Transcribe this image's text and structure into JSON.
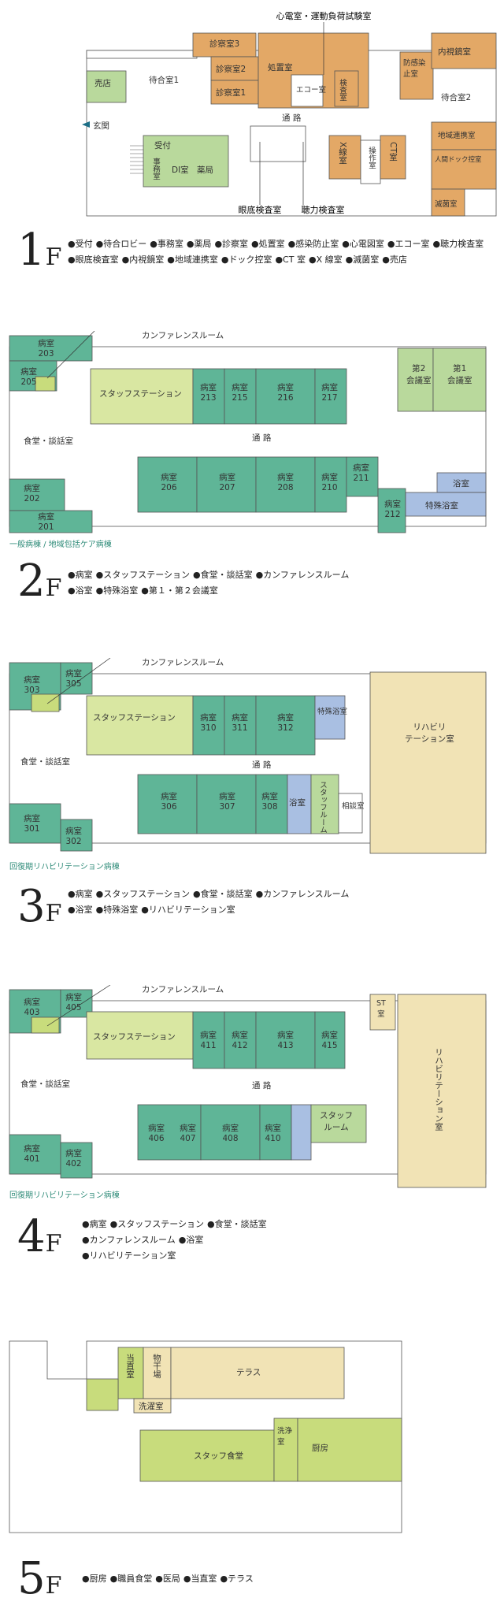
{
  "colors": {
    "exam": "#e3a866",
    "clinic": "#b9d99c",
    "ward": "#5fb597",
    "staff": "#d9e7a2",
    "bath": "#a9bfe2",
    "rehab": "#f1e3b5",
    "yellowgreen": "#c8dc7c",
    "corridor": "#ffffff"
  },
  "floors": [
    {
      "num": "1",
      "suffix": "F",
      "rooms": {
        "shinsatsu3": "診察室3",
        "shinsatsu2": "診察室2",
        "shinsatsu1": "診察室1",
        "shochi": "処置室",
        "echo": "エコー室",
        "kensa": "検査室",
        "boukan": "防感染止室",
        "naishikyo": "内視鏡室",
        "machiai1": "待合室1",
        "machiai2": "待合室2",
        "baiten": "売店",
        "genkan": "玄関",
        "uketsuke": "受付",
        "jimu": "事務室",
        "di": "DI室",
        "yakkyoku": "薬局",
        "xray": "X線室",
        "sousa": "操作室",
        "ct": "CT室",
        "chiiki": "地域連携室",
        "dock": "人間ドック控室",
        "mekkin": "滅菌室",
        "tsuro": "通 路"
      },
      "callouts": {
        "top": "心電室・運動負荷試験室",
        "ganteiKensa": "眼底検査室",
        "chouryoku": "聴力検査室"
      },
      "legend": [
        "受付",
        "待合ロビー",
        "事務室",
        "薬局",
        "診察室",
        "処置室",
        "感染防止室",
        "心電図室",
        "エコー室",
        "聴力検査室",
        "眼底検査室",
        "内視鏡室",
        "地域連携室",
        "ドック控室",
        "CT 室",
        "X 線室",
        "滅菌室",
        "売店"
      ]
    },
    {
      "num": "2",
      "suffix": "F",
      "rooms": {
        "r203": "病室\n203",
        "r205": "病室\n205",
        "r202": "病室\n202",
        "r201": "病室\n201",
        "staff": "スタッフステーション",
        "r213": "病室\n213",
        "r215": "病室\n215",
        "r216": "病室\n216",
        "r217": "病室\n217",
        "r206": "病室\n206",
        "r207": "病室\n207",
        "r208": "病室\n208",
        "r210": "病室\n210",
        "r211": "病室\n211",
        "r212": "病室\n212",
        "kaigi2": "第2\n会議室",
        "kaigi1": "第1\n会議室",
        "yoku": "浴室",
        "tokushu": "特殊浴室",
        "shokudo": "食堂・談話室",
        "tsuro": "通 路"
      },
      "callout": "カンファレンスルーム",
      "ward": "一般病棟 / 地域包括ケア病棟",
      "legend": [
        "病室",
        "スタッフステーション",
        "食堂・談話室",
        "カンファレンスルーム",
        "浴室",
        "特殊浴室",
        "第１・第２会議室"
      ]
    },
    {
      "num": "3",
      "suffix": "F",
      "rooms": {
        "r303": "病室\n303",
        "r305": "病室\n305",
        "r301": "病室\n301",
        "r302": "病室\n302",
        "staff": "スタッフステーション",
        "r310": "病室\n310",
        "r311": "病室\n311",
        "r312": "病室\n312",
        "tokushu": "特殊浴室",
        "r306": "病室\n306",
        "r307": "病室\n307",
        "r308": "病室\n308",
        "yoku": "浴室",
        "staffroom": "スタッフルーム",
        "soudan": "相談室",
        "rehab": "リハビリ\nテーション室",
        "shokudo": "食堂・談話室",
        "tsuro": "通 路"
      },
      "callout": "カンファレンスルーム",
      "ward": "回復期リハビリテーション病棟",
      "legend": [
        "病室",
        "スタッフステーション",
        "食堂・談話室",
        "カンファレンスルーム",
        "浴室",
        "特殊浴室",
        "リハビリテーション室"
      ]
    },
    {
      "num": "4",
      "suffix": "F",
      "rooms": {
        "r403": "病室\n403",
        "r405": "病室\n405",
        "r401": "病室\n401",
        "r402": "病室\n402",
        "staff": "スタッフステーション",
        "r411": "病室\n411",
        "r412": "病室\n412",
        "r413": "病室\n413",
        "r415": "病室\n415",
        "st": "ST\n室",
        "r406": "病室\n406",
        "r407": "病室\n407",
        "r408": "病室\n408",
        "r410": "病室\n410",
        "staffroom": "スタッフ\nルーム",
        "rehab": "リハビリテーション室",
        "shokudo": "食堂・談話室",
        "tsuro": "通 路"
      },
      "callout": "カンファレンスルーム",
      "ward": "回復期リハビリテーション病棟",
      "legend": [
        "病室",
        "スタッフステーション",
        "食堂・談話室",
        "カンファレンスルーム",
        "浴室",
        "リハビリテーション室"
      ]
    },
    {
      "num": "5",
      "suffix": "F",
      "rooms": {
        "touchoku": "当直室",
        "monohoshi": "物干場",
        "sentaku": "洗濯室",
        "terrace": "テラス",
        "staffshokudo": "スタッフ食堂",
        "senjou": "洗浄室",
        "chubou": "厨房"
      },
      "legend": [
        "厨房",
        "職員食堂",
        "医局",
        "当直室",
        "テラス"
      ]
    }
  ]
}
